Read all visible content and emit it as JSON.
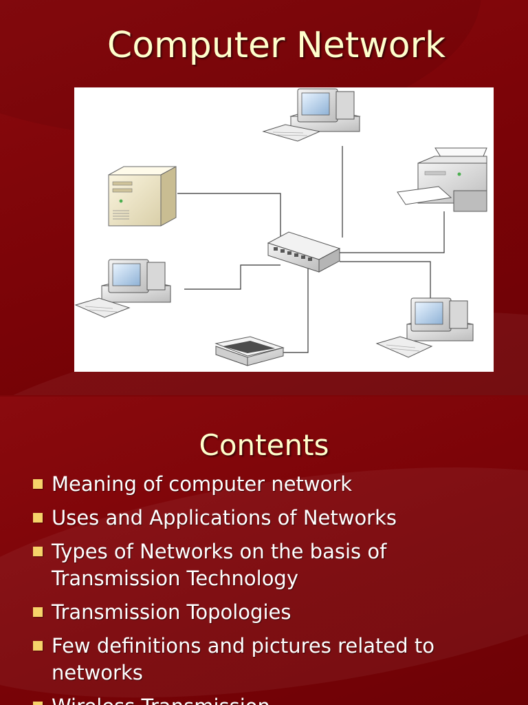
{
  "slide1": {
    "title": "Computer Network",
    "diagram_nodes": [
      "server-icon",
      "monitor-icon",
      "printer-icon",
      "network-switch-icon",
      "scanner-icon"
    ]
  },
  "slide2": {
    "title": "Contents",
    "bullets": [
      "Meaning of computer network",
      "Uses  and Applications of Networks",
      "Types of Networks on the basis of Transmission Technology",
      "Transmission Topologies",
      "Few definitions and pictures related to networks",
      "Wireless Transmission"
    ]
  },
  "colors": {
    "background": "#7d0508",
    "title_text": "#ffffcc",
    "body_text": "#ffffff",
    "bullet": "#f6d36a"
  }
}
